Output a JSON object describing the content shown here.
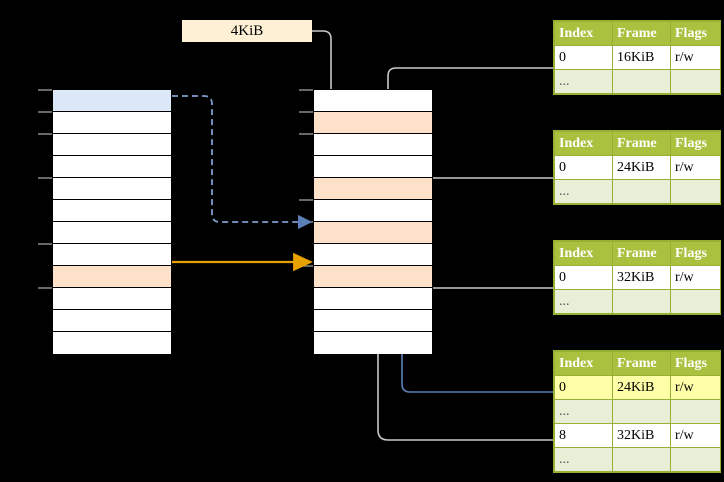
{
  "diagram": {
    "title_label": "4KiB",
    "virtual_column": {
      "name": "virtual-memory-column",
      "rows": [
        {
          "fill": "blue"
        },
        {
          "fill": "white"
        },
        {
          "fill": "white"
        },
        {
          "fill": "white"
        },
        {
          "fill": "white"
        },
        {
          "fill": "white"
        },
        {
          "fill": "white"
        },
        {
          "fill": "white"
        },
        {
          "fill": "peach"
        },
        {
          "fill": "white"
        },
        {
          "fill": "white"
        },
        {
          "fill": "white"
        }
      ]
    },
    "physical_column": {
      "name": "physical-memory-column",
      "rows": [
        {
          "fill": "white"
        },
        {
          "fill": "peach"
        },
        {
          "fill": "white"
        },
        {
          "fill": "white"
        },
        {
          "fill": "peach"
        },
        {
          "fill": "white"
        },
        {
          "fill": "peach"
        },
        {
          "fill": "white"
        },
        {
          "fill": "peach"
        },
        {
          "fill": "white"
        },
        {
          "fill": "white"
        },
        {
          "fill": "white"
        }
      ]
    },
    "page_tables": [
      {
        "name": "page-table-1",
        "headers": [
          "Index",
          "Frame",
          "Flags"
        ],
        "rows": [
          {
            "cells": [
              "0",
              "16KiB",
              "r/w"
            ],
            "style": "normal"
          },
          {
            "cells": [
              "...",
              "",
              ""
            ],
            "style": "dots"
          }
        ]
      },
      {
        "name": "page-table-2",
        "headers": [
          "Index",
          "Frame",
          "Flags"
        ],
        "rows": [
          {
            "cells": [
              "0",
              "24KiB",
              "r/w"
            ],
            "style": "normal"
          },
          {
            "cells": [
              "...",
              "",
              ""
            ],
            "style": "dots"
          }
        ]
      },
      {
        "name": "page-table-3",
        "headers": [
          "Index",
          "Frame",
          "Flags"
        ],
        "rows": [
          {
            "cells": [
              "0",
              "32KiB",
              "r/w"
            ],
            "style": "normal"
          },
          {
            "cells": [
              "...",
              "",
              ""
            ],
            "style": "dots"
          }
        ]
      },
      {
        "name": "page-table-4",
        "headers": [
          "Index",
          "Frame",
          "Flags"
        ],
        "rows": [
          {
            "cells": [
              "0",
              "24KiB",
              "r/w"
            ],
            "style": "highlight"
          },
          {
            "cells": [
              "...",
              "",
              ""
            ],
            "style": "dots"
          },
          {
            "cells": [
              "8",
              "32KiB",
              "r/w"
            ],
            "style": "normal"
          },
          {
            "cells": [
              "...",
              "",
              ""
            ],
            "style": "dots"
          }
        ]
      }
    ],
    "colors": {
      "header_green": "#aac13f",
      "dots_green": "#e9eed6",
      "border_green": "#96b033",
      "highlight_yellow": "#ffffa8",
      "peach": "#fde1c8",
      "blue_fill": "#dce8f8",
      "blue_line": "#5b80b8",
      "orange_line": "#e8a200",
      "wire_gray": "#c9c9c9",
      "label_cream": "#fdf0d5"
    }
  }
}
